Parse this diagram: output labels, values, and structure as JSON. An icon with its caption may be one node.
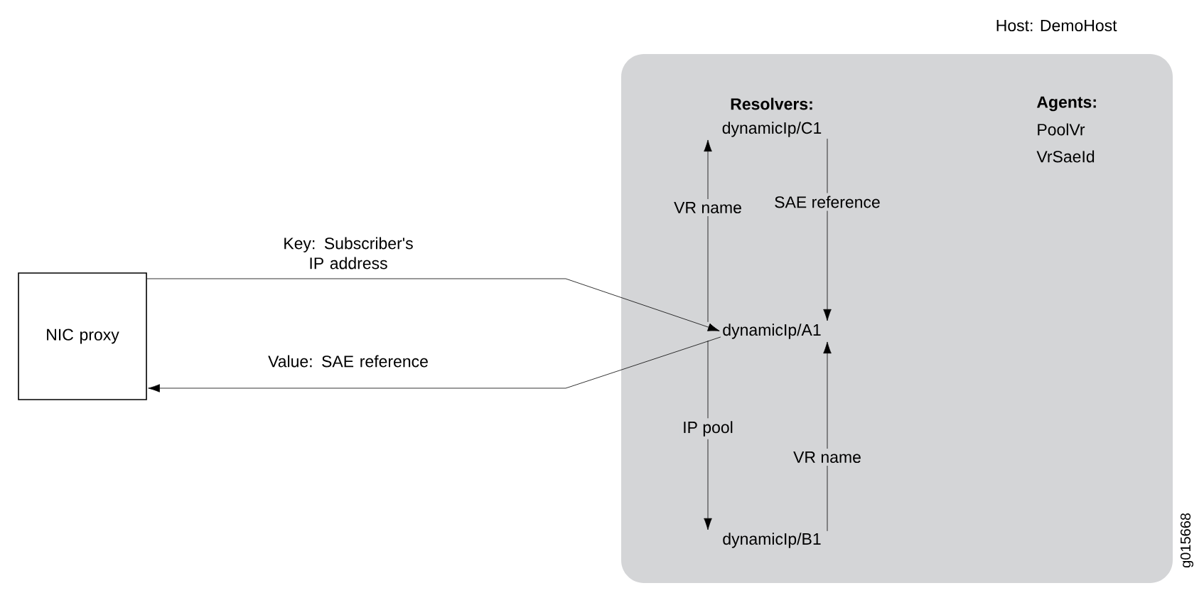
{
  "diagram": {
    "nodes": [
      {
        "text": [
          "Host: DemoHost"
        ]
      },
      {
        "text": [
          "NIC proxy"
        ]
      },
      {
        "text": [
          "dynamicIp/C1"
        ],
        "in": 0
      },
      {
        "text": [
          "dynamicIp/A1"
        ],
        "in": 0
      },
      {
        "text": [
          "dynamicIp/B1"
        ],
        "in": 0
      }
    ],
    "edges": [
      {
        "from": 1,
        "to": 3,
        "arrow": "to",
        "label": "Key: Subscriber's IP address"
      },
      {
        "from": 3,
        "to": 1,
        "arrow": "to",
        "label": "Value: SAE reference"
      },
      {
        "from": 3,
        "to": 2,
        "arrow": "to",
        "label": "VR name"
      },
      {
        "from": 2,
        "to": 3,
        "arrow": "to",
        "label": "SAE reference"
      },
      {
        "from": 3,
        "to": 4,
        "arrow": "to",
        "label": "IP pool"
      },
      {
        "from": 4,
        "to": 3,
        "arrow": "to",
        "label": "VR name"
      }
    ],
    "labels": [
      "Resolvers:",
      "Agents:",
      "PoolVr",
      "VrSaeId",
      "g015668"
    ]
  }
}
